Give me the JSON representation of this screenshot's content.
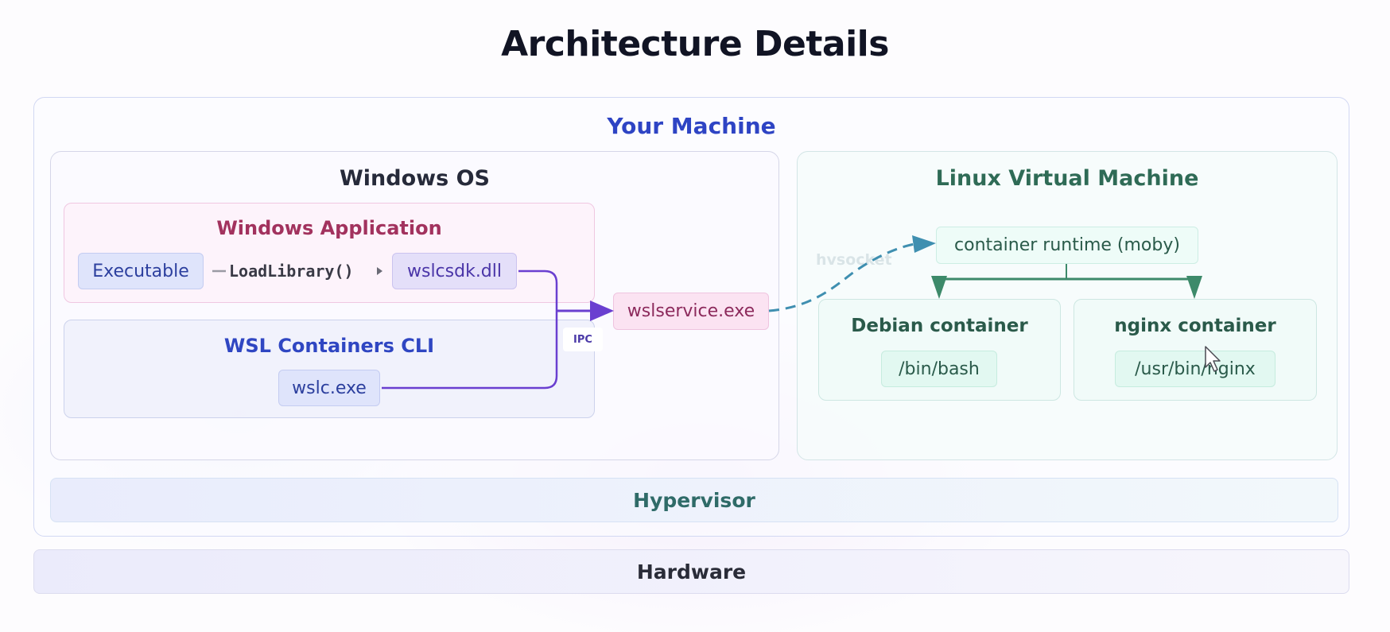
{
  "title": "Architecture Details",
  "machine": {
    "label": "Your Machine",
    "windows_os": {
      "label": "Windows OS",
      "windows_application": {
        "label": "Windows Application",
        "executable": "Executable",
        "call_label": "LoadLibrary()",
        "dll": "wslcsdk.dll"
      },
      "wsl_cli": {
        "label": "WSL Containers CLI",
        "exe": "wslc.exe"
      }
    },
    "ipc_label": "IPC",
    "service": "wslservice.exe",
    "hvsocket_label": "hvsocket",
    "linux_vm": {
      "label": "Linux Virtual Machine",
      "runtime": "container runtime (moby)",
      "containers": [
        {
          "label": "Debian container",
          "process": "/bin/bash"
        },
        {
          "label": "nginx container",
          "process": "/usr/bin/nginx"
        }
      ]
    },
    "hypervisor": "Hypervisor"
  },
  "hardware": "Hardware",
  "colors": {
    "title": "#111424",
    "machine_label": "#2e44c4",
    "windows_app_label": "#a2325e",
    "wsl_cli_label": "#2f46c2",
    "linux_label": "#2f6b56",
    "ipc_arrow": "#6a3fd0",
    "hvsocket_arrow": "#3f8fb0",
    "runtime_arrow": "#3d8a6a"
  }
}
